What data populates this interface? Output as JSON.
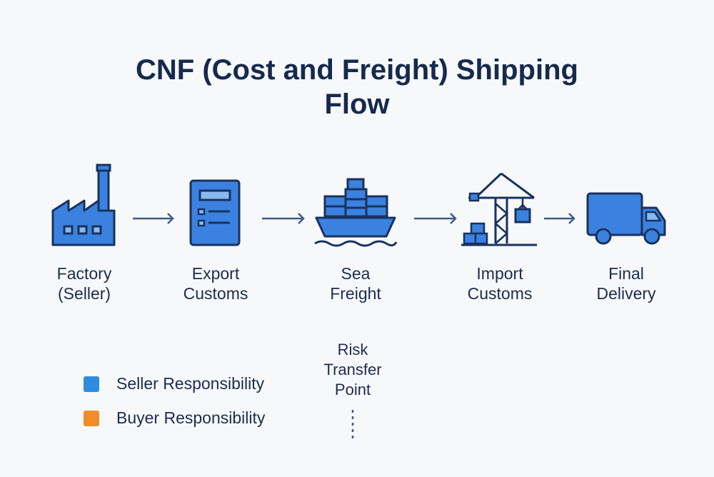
{
  "title": {
    "line1": "CNF (Cost and Freight) Shipping",
    "line2": "Flow"
  },
  "steps": [
    {
      "line1": "Factory",
      "line2": "(Seller)",
      "icon": "factory-icon"
    },
    {
      "line1": "Export",
      "line2": "Customs",
      "icon": "document-icon"
    },
    {
      "line1": "Sea",
      "line2": "Freight",
      "icon": "cargo-ship-icon"
    },
    {
      "line1": "Import",
      "line2": "Customs",
      "icon": "port-crane-icon"
    },
    {
      "line1": "Final",
      "line2": "Delivery",
      "icon": "delivery-truck-icon"
    }
  ],
  "legend": [
    {
      "label": "Seller Responsibility",
      "color": "#2f8be0"
    },
    {
      "label": "Buyer Responsibility",
      "color": "#f08c2a"
    }
  ],
  "risk": {
    "line1": "Risk",
    "line2": "Transfer",
    "line3": "Point"
  },
  "colors": {
    "icon_fill": "#3b82e0",
    "icon_stroke": "#18325e",
    "arrow": "#3d5d88",
    "title": "#152a4d"
  }
}
